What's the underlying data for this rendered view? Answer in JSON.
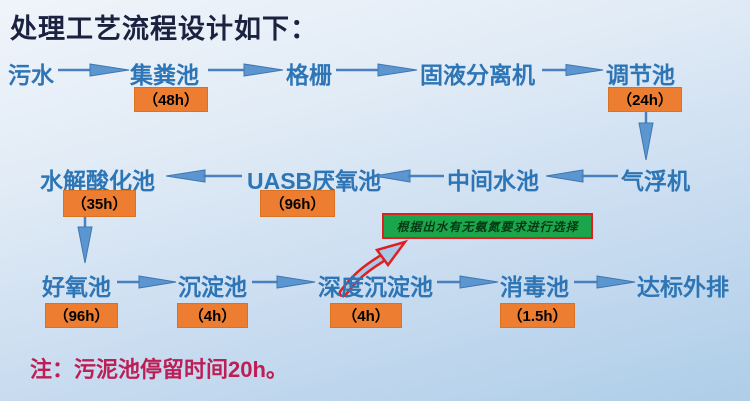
{
  "title": "处理工艺流程设计如下：",
  "note": "注：污泥池停留时间20h。",
  "annotation": "根据出水有无氨氮要求进行选择",
  "flow": {
    "row1": [
      "污水",
      "集粪池",
      "格栅",
      "固液分离机",
      "调节池"
    ],
    "row2": [
      "水解酸化池",
      "UASB厌氧池",
      "中间水池",
      "气浮机"
    ],
    "row3": [
      "好氧池",
      "沉淀池",
      "深度沉淀池",
      "消毒池",
      "达标外排"
    ],
    "durations": {
      "jifenchi": "（48h）",
      "tiaojiechi": "（24h）",
      "shuijiesuanhuachi": "（35h）",
      "uasb_yanyangchi": "（96h）",
      "haoyangchi": "（96h）",
      "chendianchi": "（4h）",
      "shendu_chendianchi": "（4h）",
      "xiaoduchi": "（1.5h）"
    }
  },
  "colors": {
    "node_text": "#2E75B6",
    "arrow": "#5B96D0",
    "duration_box": "#ED7D31",
    "annotation_box": "#1CA64C",
    "annotation_border": "#E02020",
    "note_text": "#BC1E55",
    "title_text": "#1A2240"
  }
}
